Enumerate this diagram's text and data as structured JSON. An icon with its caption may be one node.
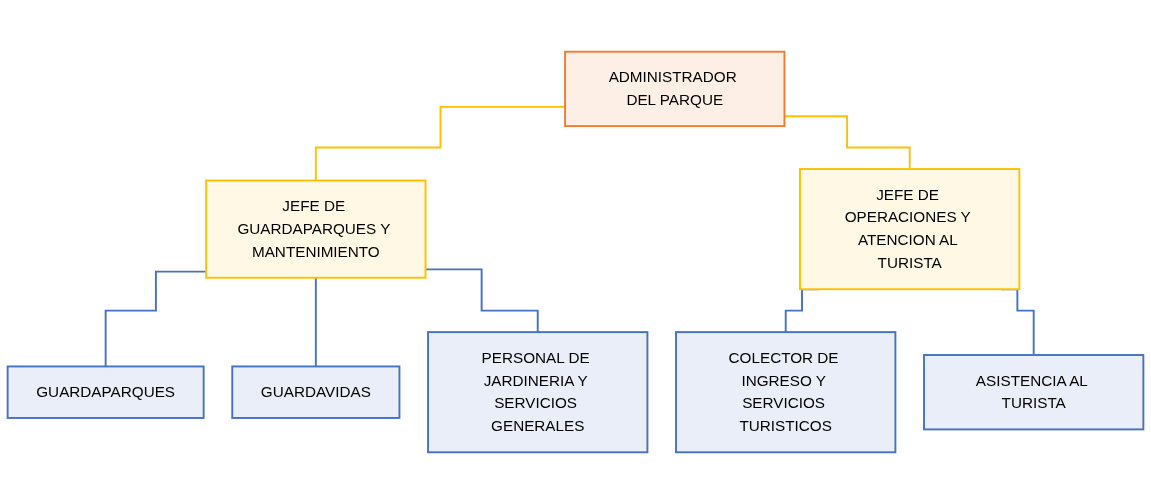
{
  "diagram": {
    "nodes": [
      {
        "text": [
          "ADMINISTRADOR DEL PARQUE"
        ]
      },
      {
        "text": [
          "JEFE DE GUARDAPARQUES Y MANTENIMIENTO"
        ]
      },
      {
        "text": [
          "JEFE DE OPERACIONES Y ATENCION AL TURISTA"
        ]
      },
      {
        "text": [
          "GUARDAPARQUES"
        ]
      },
      {
        "text": [
          "GUARDAVIDAS"
        ]
      },
      {
        "text": [
          "PERSONAL DE JARDINERIA Y SERVICIOS GENERALES"
        ]
      },
      {
        "text": [
          "COLECTOR DE INGRESO Y SERVICIOS TURISTICOS"
        ]
      },
      {
        "text": [
          "ASISTENCIA AL TURISTA"
        ]
      }
    ],
    "edges": [
      {
        "from": 0,
        "to": 1,
        "arrow": "none",
        "color": "#ffc000"
      },
      {
        "from": 0,
        "to": 2,
        "arrow": "none",
        "color": "#ffc000"
      },
      {
        "from": 1,
        "to": 3,
        "arrow": "none"
      },
      {
        "from": 1,
        "to": 4,
        "arrow": "none"
      },
      {
        "from": 1,
        "to": 5,
        "arrow": "none"
      },
      {
        "from": 2,
        "to": 6,
        "arrow": "none"
      },
      {
        "from": 2,
        "to": 7,
        "arrow": "none"
      }
    ]
  }
}
